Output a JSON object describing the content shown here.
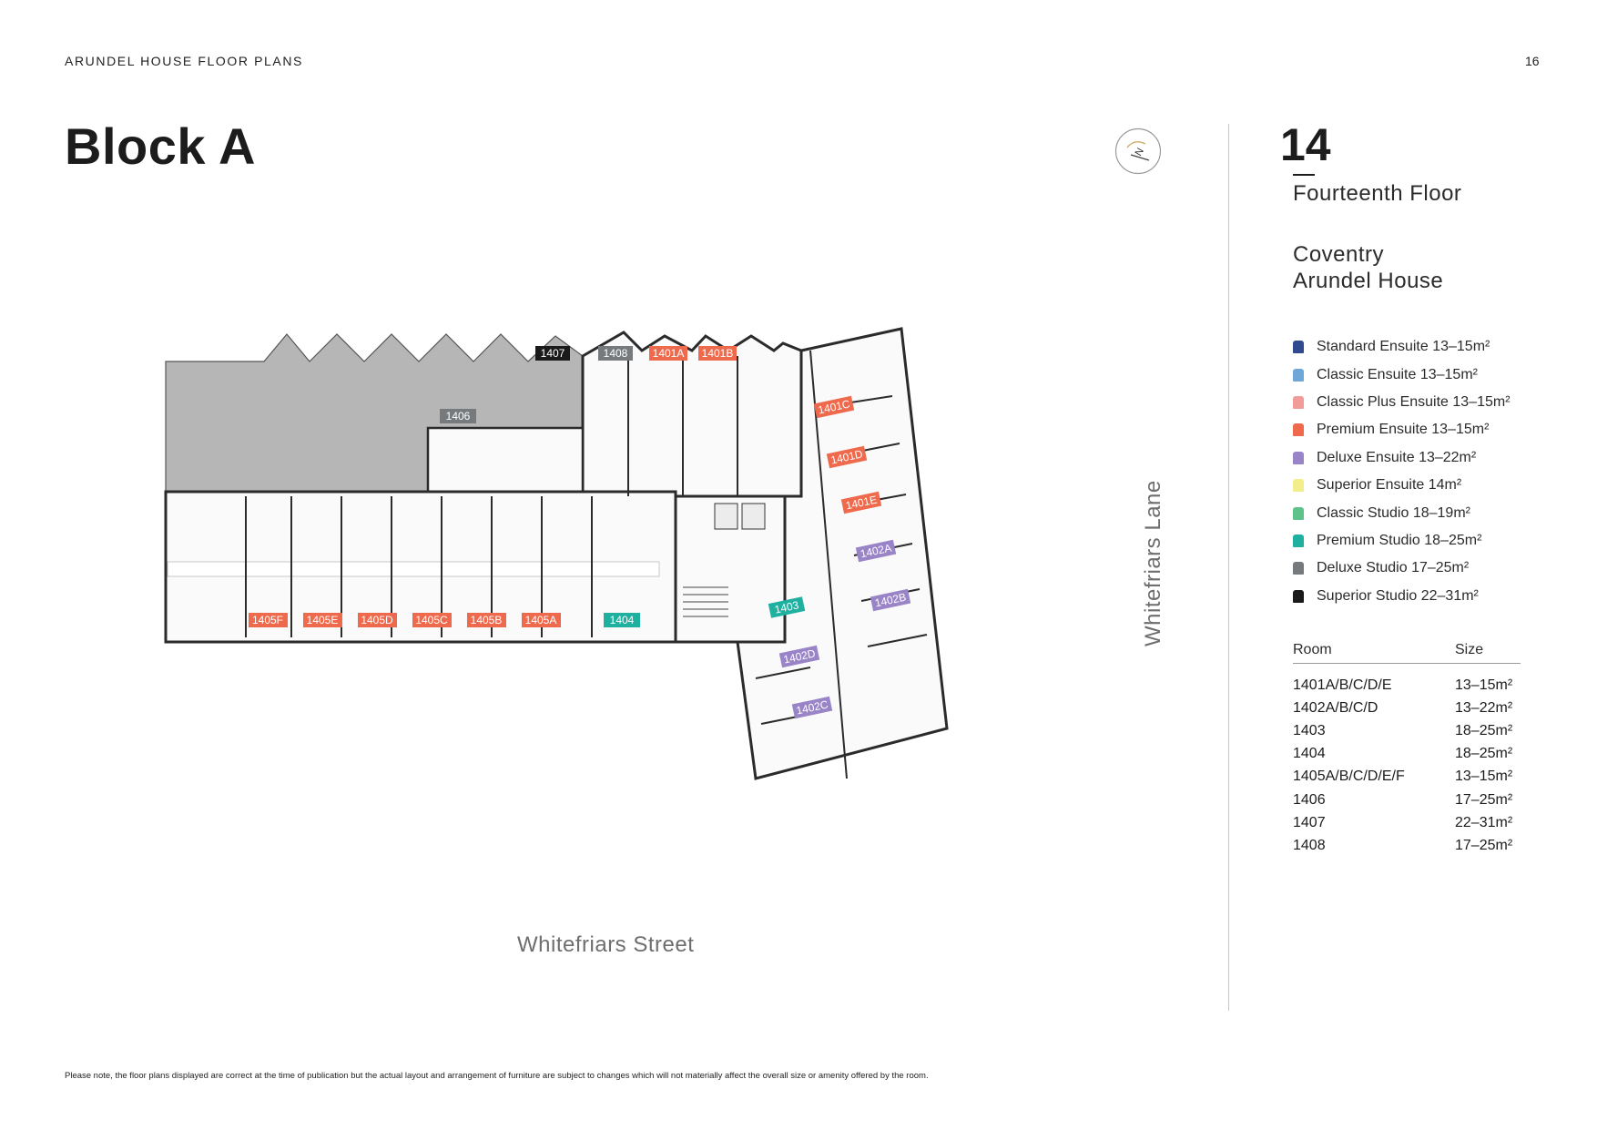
{
  "header": {
    "title": "ARUNDEL HOUSE FLOOR PLANS",
    "page_number": "16"
  },
  "block_title": "Block A",
  "compass_letter": "N",
  "floor": {
    "number": "14",
    "name": "Fourteenth Floor",
    "location_line1": "Coventry",
    "location_line2": "Arundel House"
  },
  "legend": [
    {
      "label": "Standard Ensuite 13–15m²",
      "color": "#2f4a8f"
    },
    {
      "label": "Classic Ensuite 13–15m²",
      "color": "#6fa8d8"
    },
    {
      "label": "Classic Plus Ensuite 13–15m²",
      "color": "#f29b9b"
    },
    {
      "label": "Premium Ensuite 13–15m²",
      "color": "#ef6a4c"
    },
    {
      "label": "Deluxe Ensuite 13–22m²",
      "color": "#9a84c8"
    },
    {
      "label": "Superior Ensuite 14m²",
      "color": "#f3ee8c"
    },
    {
      "label": "Classic Studio 18–19m²",
      "color": "#5fc28a"
    },
    {
      "label": "Premium Studio 18–25m²",
      "color": "#1fb0a0"
    },
    {
      "label": "Deluxe Studio 17–25m²",
      "color": "#767a7d"
    },
    {
      "label": "Superior Studio 22–31m²",
      "color": "#1a1a1a"
    }
  ],
  "room_table": {
    "headers": {
      "room": "Room",
      "size": "Size"
    },
    "rows": [
      {
        "room": "1401A/B/C/D/E",
        "size": "13–15m²"
      },
      {
        "room": "1402A/B/C/D",
        "size": "13–22m²"
      },
      {
        "room": "1403",
        "size": "18–25m²"
      },
      {
        "room": "1404",
        "size": "18–25m²"
      },
      {
        "room": "1405A/B/C/D/E/F",
        "size": "13–15m²"
      },
      {
        "room": "1406",
        "size": "17–25m²"
      },
      {
        "room": "1407",
        "size": "22–31m²"
      },
      {
        "room": "1408",
        "size": "17–25m²"
      }
    ]
  },
  "room_tags": {
    "r1407": "1407",
    "r1408": "1408",
    "r1401a": "1401A",
    "r1401b": "1401B",
    "r1401c": "1401C",
    "r1401d": "1401D",
    "r1401e": "1401E",
    "r1402a": "1402A",
    "r1402b": "1402B",
    "r1402c": "1402C",
    "r1402d": "1402D",
    "r1403": "1403",
    "r1404": "1404",
    "r1406": "1406",
    "r1405a": "1405A",
    "r1405b": "1405B",
    "r1405c": "1405C",
    "r1405d": "1405D",
    "r1405e": "1405E",
    "r1405f": "1405F"
  },
  "streets": {
    "bottom": "Whitefriars Street",
    "side": "Whitefriars Lane"
  },
  "disclaimer": "Please note, the floor plans displayed are correct at the time of publication but the actual layout and arrangement of furniture are subject to changes which will not materially affect the overall size or amenity offered by the room."
}
